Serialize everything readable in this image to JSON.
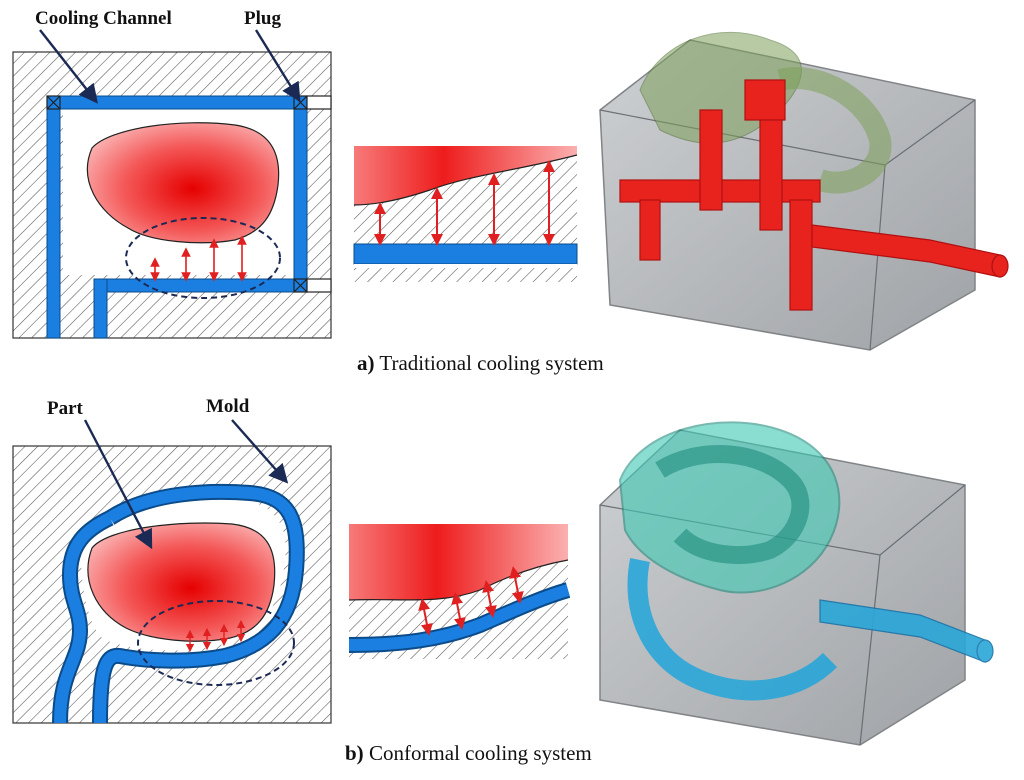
{
  "labels": {
    "cooling_channel": "Cooling Channel",
    "plug": "Plug",
    "part": "Part",
    "mold": "Mold"
  },
  "captions": {
    "a_letter": "a)",
    "a_text": "Traditional cooling system",
    "b_letter": "b)",
    "b_text": "Conformal cooling system"
  },
  "colors": {
    "channel_blue": "#1a7fe0",
    "part_red": "#f03030",
    "arrow_red": "#e02020",
    "leader_navy": "#1b2a55",
    "hatch": "#444444",
    "traditional_channel_3d": "#e8231e",
    "traditional_overlay_3d": "#7da05a",
    "conformal_channel_3d": "#2aa6d8",
    "conformal_overlay_3d": "#3ec9b4",
    "mold_gray": "#9a9ea3"
  }
}
